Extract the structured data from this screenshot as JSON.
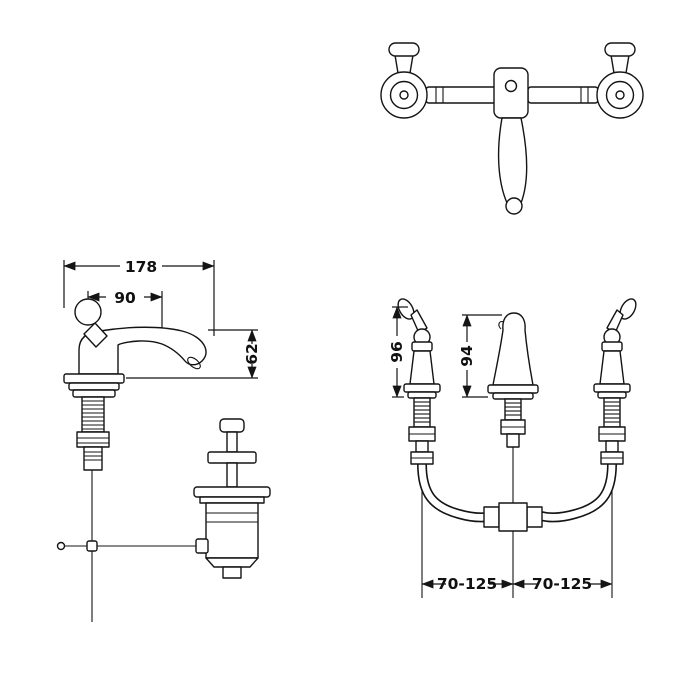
{
  "meta": {
    "background": "#ffffff",
    "ink": "#141414"
  },
  "dimensions": {
    "overall_depth": "178",
    "spout_reach": "90",
    "spout_height": "62",
    "valve_height": "96",
    "spout_outlet_height": "94",
    "hole_spacing_left": "70-125",
    "hole_spacing_right": "70-125"
  }
}
